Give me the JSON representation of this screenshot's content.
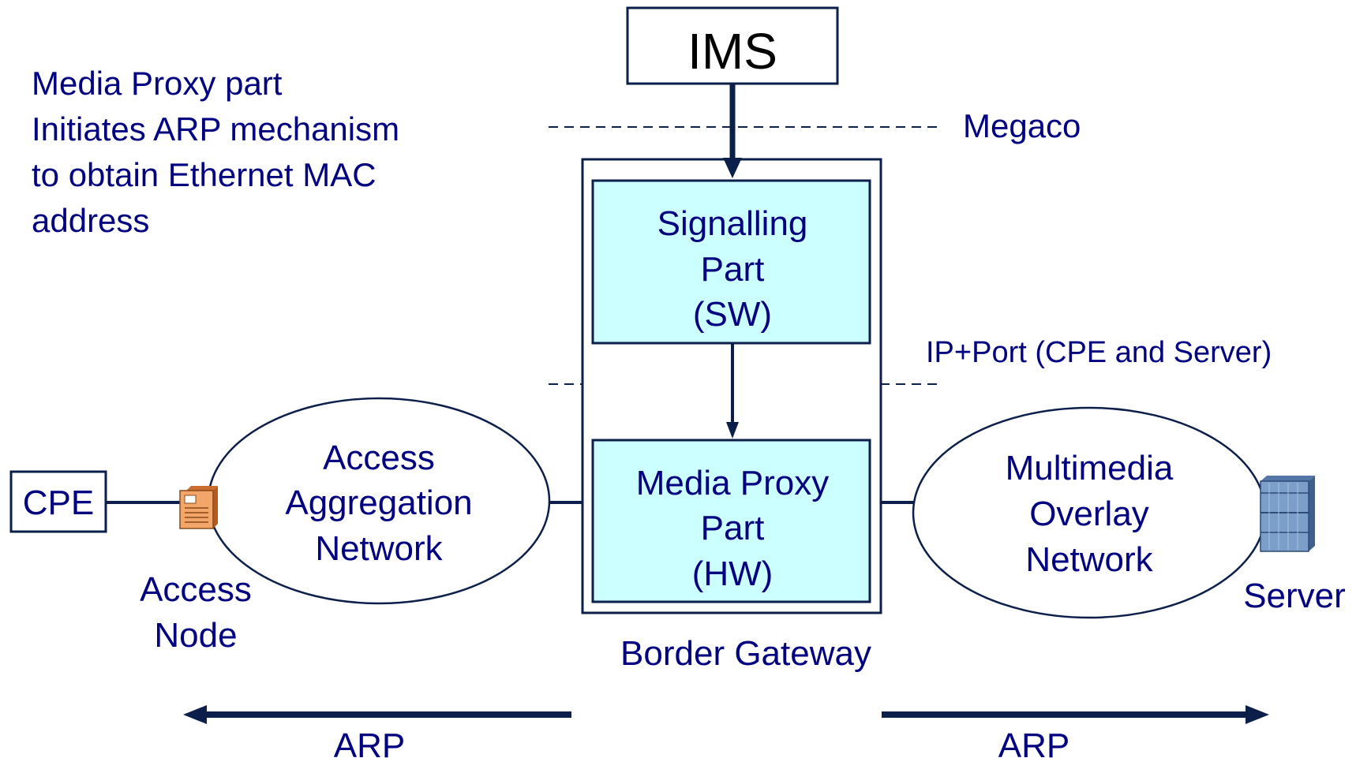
{
  "note": {
    "lines": [
      "Media Proxy part",
      "Initiates ARP mechanism",
      "to obtain Ethernet MAC",
      "address"
    ]
  },
  "ims": {
    "label": "IMS"
  },
  "megaco": {
    "label": "Megaco"
  },
  "ip_port": {
    "label": "IP+Port (CPE and Server)"
  },
  "signalling": {
    "lines": [
      "Signalling",
      "Part",
      "(SW)"
    ]
  },
  "media_proxy": {
    "lines": [
      "Media Proxy",
      "Part",
      "(HW)"
    ]
  },
  "border_gateway": {
    "label": "Border Gateway"
  },
  "cpe": {
    "label": "CPE"
  },
  "access_node": {
    "lines": [
      "Access",
      "Node"
    ]
  },
  "access_network": {
    "lines": [
      "Access",
      "Aggregation",
      "Network"
    ]
  },
  "overlay_network": {
    "lines": [
      "Multimedia",
      "Overlay",
      "Network"
    ]
  },
  "server": {
    "label": "Server"
  },
  "arp_left": {
    "label": "ARP"
  },
  "arp_right": {
    "label": "ARP"
  },
  "colors": {
    "line": "#0b1f4a",
    "text": "#000080",
    "box_fill": "#ccffff",
    "node_icon": "#f3a66a",
    "server_icon": "#7b9fc9"
  }
}
